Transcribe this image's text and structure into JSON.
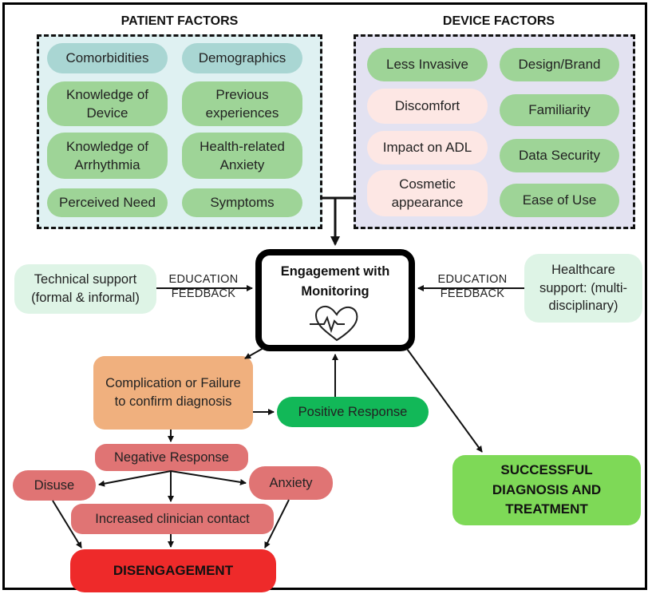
{
  "patient_factors": {
    "heading": "PATIENT FACTORS",
    "items": [
      "Comorbidities",
      "Demographics",
      "Knowledge of Device",
      "Previous experiences",
      "Knowledge of Arrhythmia",
      "Health-related Anxiety",
      "Perceived Need",
      "Symptoms"
    ]
  },
  "device_factors": {
    "heading": "DEVICE FACTORS",
    "items": [
      "Less Invasive",
      "Design/Brand",
      "Discomfort",
      "Familiarity",
      "Impact on ADL",
      "Data Security",
      "Cosmetic appearance",
      "Ease of Use"
    ]
  },
  "engagement": {
    "title": "Engagement with Monitoring",
    "icon": "heart-pulse-icon"
  },
  "technical_support": "Technical support (formal & informal)",
  "healthcare_support": "Healthcare support: (multi-disciplinary)",
  "left_arrow_label": {
    "line1": "EDUCATION",
    "line2": "FEEDBACK"
  },
  "right_arrow_label": {
    "line1": "EDUCATION",
    "line2": "FEEDBACK"
  },
  "complication": "Complication or Failure to confirm diagnosis",
  "positive_response": "Positive Response",
  "negative_response": "Negative Response",
  "disuse": "Disuse",
  "anxiety": "Anxiety",
  "clinician_contact": "Increased clinician contact",
  "disengagement": "DISENGAGEMENT",
  "success": "SUCCESSFUL DIAGNOSIS AND TREATMENT",
  "colors": {
    "factor_green": "#9ed497",
    "factor_teal": "#a9d6d3",
    "factor_pink": "#fde7e4",
    "patient_panel_bg": "#dff1f2",
    "device_panel_bg": "#e3e2f1",
    "support_bg": "#def4e6",
    "complication_orange": "#f0b07e",
    "positive_green": "#12b858",
    "negative_red": "#e07474",
    "disengagement_red": "#ee2a2a",
    "success_green": "#7ed957"
  }
}
